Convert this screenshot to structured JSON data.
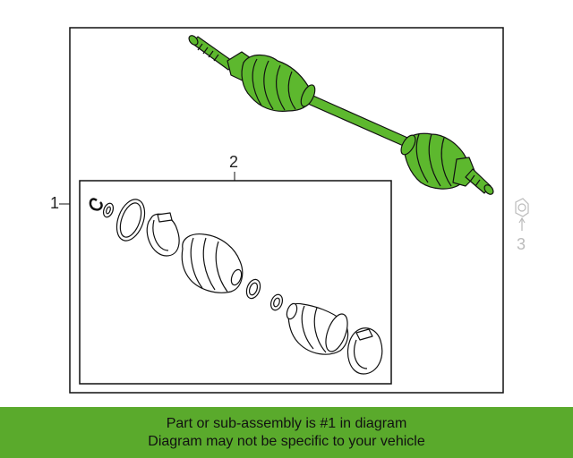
{
  "callouts": {
    "part1": "1",
    "part2": "2",
    "part3": "3"
  },
  "banner": {
    "line1": "Part or sub-assembly is #1 in diagram",
    "line2": "Diagram may not be specific to your vehicle"
  },
  "colors": {
    "part_highlight": "#5db82e",
    "banner_bg": "#5aaa2c",
    "outline": "#111111",
    "ghost": "#bbbbbb"
  },
  "icons": {
    "part3": "hub-nut-icon"
  }
}
